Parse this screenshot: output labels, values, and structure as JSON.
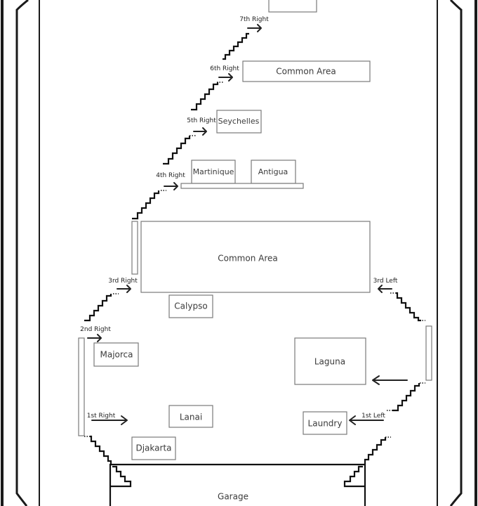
{
  "diagram": {
    "title": "Floor directory map",
    "rooms": [
      {
        "id": "top-room",
        "label": ""
      },
      {
        "id": "common-area-top",
        "label": "Common Area"
      },
      {
        "id": "seychelles",
        "label": "Seychelles"
      },
      {
        "id": "martinique",
        "label": "Martinique"
      },
      {
        "id": "antigua",
        "label": "Antigua"
      },
      {
        "id": "common-area-main",
        "label": "Common Area"
      },
      {
        "id": "calypso",
        "label": "Calypso"
      },
      {
        "id": "majorca",
        "label": "Majorca"
      },
      {
        "id": "laguna",
        "label": "Laguna"
      },
      {
        "id": "lanai",
        "label": "Lanai"
      },
      {
        "id": "laundry",
        "label": "Laundry"
      },
      {
        "id": "djakarta",
        "label": "Djakarta"
      },
      {
        "id": "garage",
        "label": "Garage"
      }
    ],
    "directions": {
      "first_right": "1st Right",
      "second_right": "2nd Right",
      "third_right": "3rd Right",
      "fourth_right": "4th Right",
      "fifth_right": "5th Right",
      "sixth_right": "6th Right",
      "seventh_right": "7th Right",
      "first_left": "1st Left",
      "third_left": "3rd Left"
    }
  }
}
